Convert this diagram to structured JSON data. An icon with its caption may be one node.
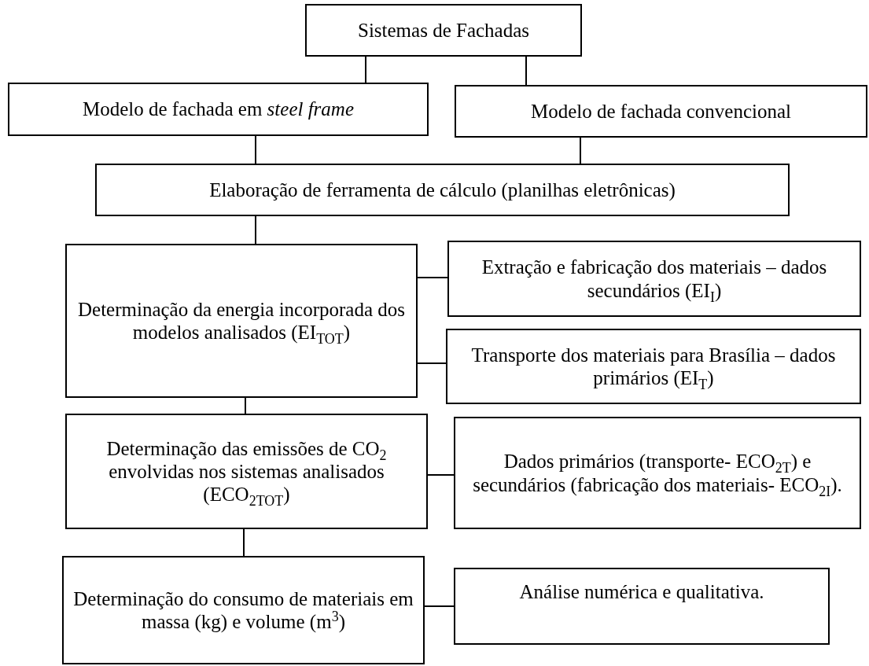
{
  "diagram": {
    "nodes": [
      {
        "text": [
          "Sistemas de Fachadas"
        ]
      },
      {
        "text": [
          "Modelo de fachada em *steel frame*"
        ]
      },
      {
        "text": [
          "Modelo de fachada convencional"
        ]
      },
      {
        "text": [
          "Elaboração de ferramenta de cálculo (planilhas eletrônicas)"
        ]
      },
      {
        "text": [
          "Determinação da energia incorporada dos modelos analisados (EI$_{TOT}$)"
        ]
      },
      {
        "text": [
          "Extração e fabricação dos materiais – dados secundários (EI$_{I}$)"
        ]
      },
      {
        "text": [
          "Transporte dos materiais para Brasília – dados primários (EI$_{T}$)"
        ]
      },
      {
        "text": [
          "Determinação das emissões de CO$_{2}$ envolvidas nos sistemas analisados (ECO$_{2TOT}$)"
        ]
      },
      {
        "text": [
          "Dados primários (transporte- ECO$_{2T}$) e secundários (fabricação dos materiais- ECO$_{2I}$)."
        ]
      },
      {
        "text": [
          "Determinação do consumo de materiais em massa (kg) e volume (m$^{3}$)"
        ]
      },
      {
        "text": [
          "Análise numérica e qualitativa."
        ]
      }
    ],
    "edges": [
      {
        "from": 0,
        "to": 1,
        "arrow": "none"
      },
      {
        "from": 0,
        "to": 2,
        "arrow": "none"
      },
      {
        "from": 1,
        "to": 3,
        "arrow": "none"
      },
      {
        "from": 2,
        "to": 3,
        "arrow": "none"
      },
      {
        "from": 3,
        "to": 4,
        "arrow": "none"
      },
      {
        "from": 4,
        "to": 5,
        "arrow": "none"
      },
      {
        "from": 4,
        "to": 6,
        "arrow": "none"
      },
      {
        "from": 4,
        "to": 7,
        "arrow": "none"
      },
      {
        "from": 7,
        "to": 8,
        "arrow": "none"
      },
      {
        "from": 7,
        "to": 9,
        "arrow": "none"
      },
      {
        "from": 9,
        "to": 10,
        "arrow": "none"
      }
    ]
  }
}
